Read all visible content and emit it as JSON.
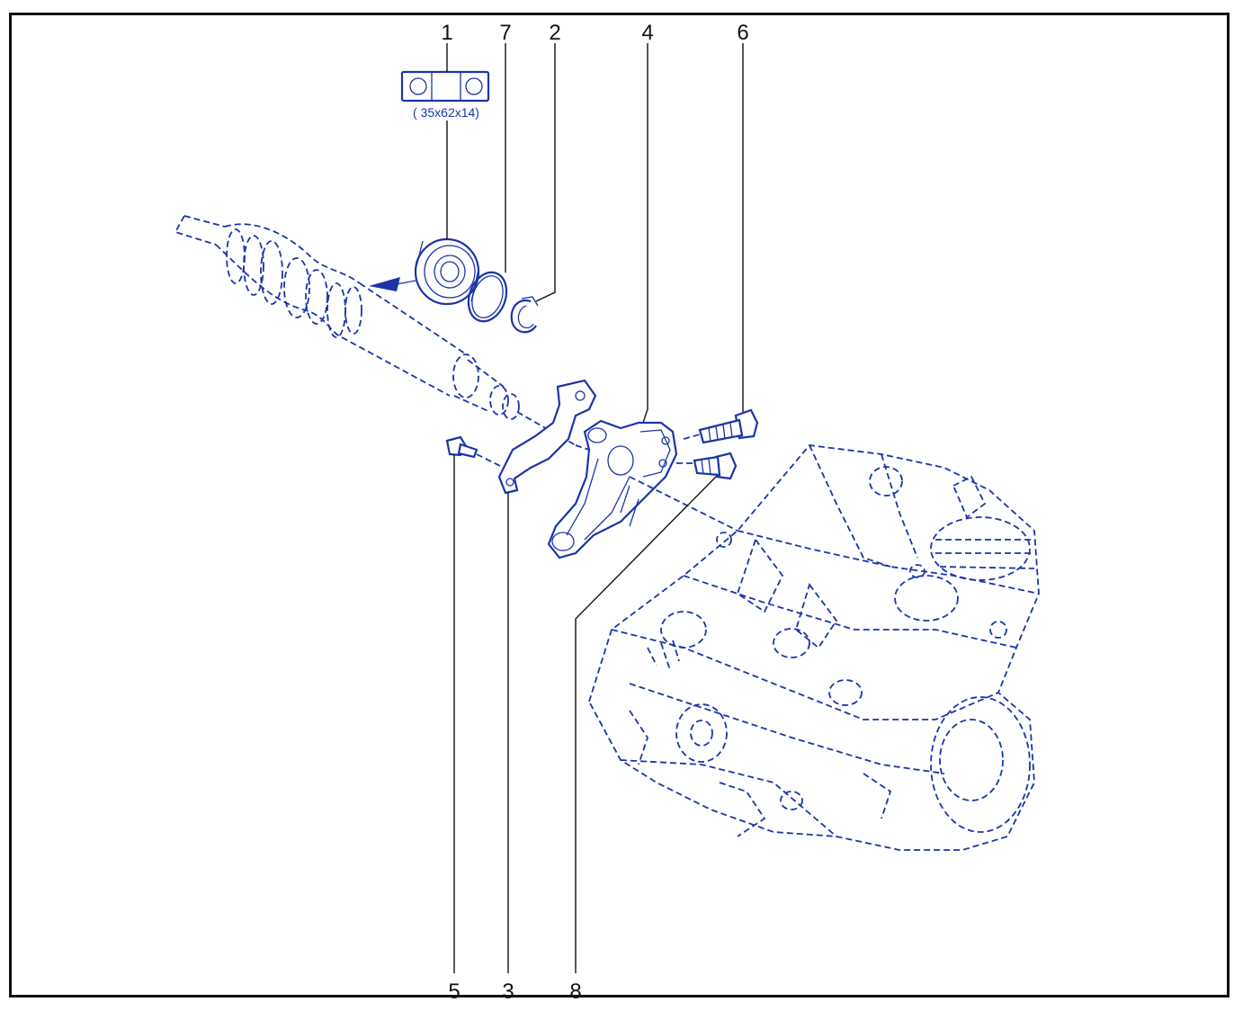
{
  "colors": {
    "line_art": "#1a35a8",
    "callout": "#111111",
    "frame": "#111111",
    "background": "#ffffff"
  },
  "callouts": [
    {
      "id": "1",
      "label": "1"
    },
    {
      "id": "7",
      "label": "7"
    },
    {
      "id": "2",
      "label": "2"
    },
    {
      "id": "4",
      "label": "4"
    },
    {
      "id": "6",
      "label": "6"
    },
    {
      "id": "5",
      "label": "5"
    },
    {
      "id": "3",
      "label": "3"
    },
    {
      "id": "8",
      "label": "8"
    }
  ],
  "bearing_spec": "( 35x62x14)",
  "icons": [
    "bearing-symbol-icon",
    "arrow-icon"
  ]
}
